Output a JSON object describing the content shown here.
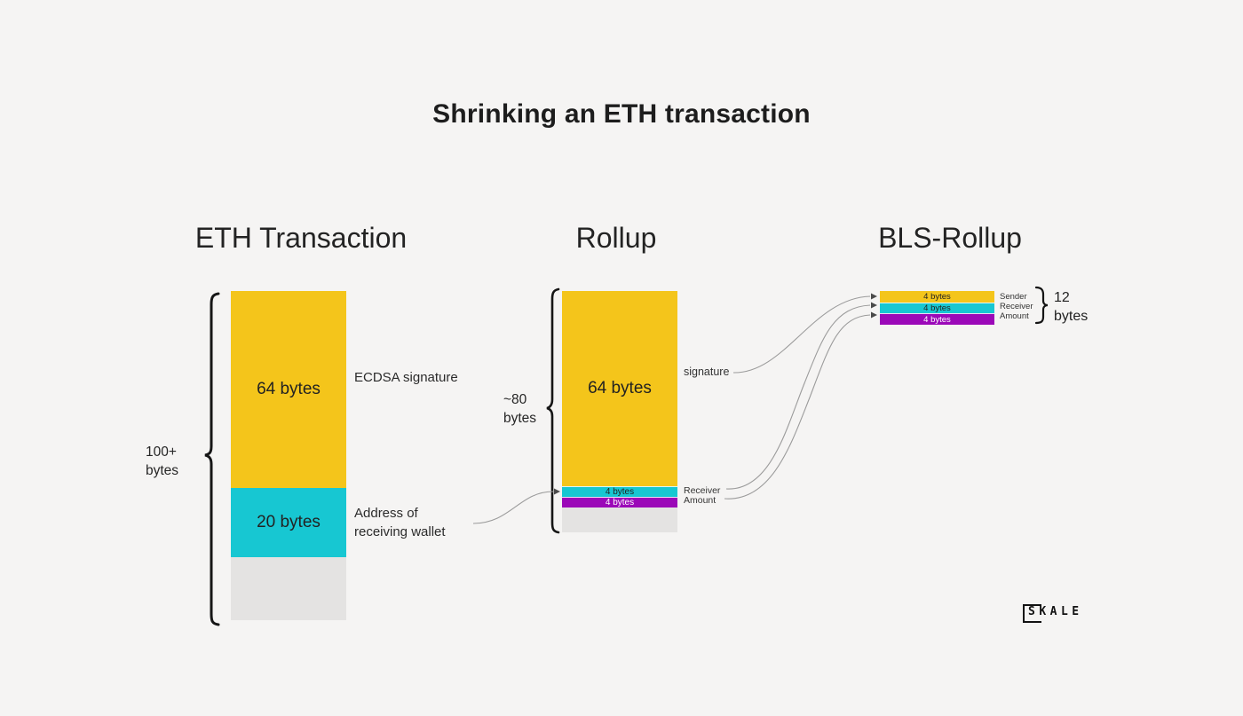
{
  "title": "Shrinking an ETH transaction",
  "colors": {
    "yellow": "#f4c51b",
    "cyan": "#17c7d2",
    "purple": "#9b08b8",
    "gray": "#e4e3e2",
    "background": "#f5f4f3",
    "curve": "#9b9b9b",
    "bracket": "#161616"
  },
  "columns": [
    {
      "heading": "ETH Transaction",
      "side_label_lines": [
        "100+",
        "bytes"
      ],
      "segments": [
        {
          "label": "64 bytes",
          "color": "yellow",
          "annotation": "ECDSA signature"
        },
        {
          "label": "20 bytes",
          "color": "cyan",
          "annotation": "Address of receiving wallet"
        },
        {
          "label": "",
          "color": "gray"
        }
      ]
    },
    {
      "heading": "Rollup",
      "side_label_lines": [
        "~80",
        "bytes"
      ],
      "segments": [
        {
          "label": "64 bytes",
          "color": "yellow",
          "annotation": "signature"
        },
        {
          "label": "4 bytes",
          "color": "cyan",
          "annotation": "Receiver"
        },
        {
          "label": "4 bytes",
          "color": "purple",
          "annotation": "Amount"
        },
        {
          "label": "",
          "color": "gray"
        }
      ]
    },
    {
      "heading": "BLS-Rollup",
      "total_label_lines": [
        "12",
        "bytes"
      ],
      "segments": [
        {
          "label": "4 bytes",
          "color": "yellow",
          "annotation": "Sender"
        },
        {
          "label": "4 bytes",
          "color": "cyan",
          "annotation": "Receiver"
        },
        {
          "label": "4 bytes",
          "color": "purple",
          "annotation": "Amount"
        }
      ]
    }
  ],
  "logo": {
    "text": "SKALE"
  }
}
